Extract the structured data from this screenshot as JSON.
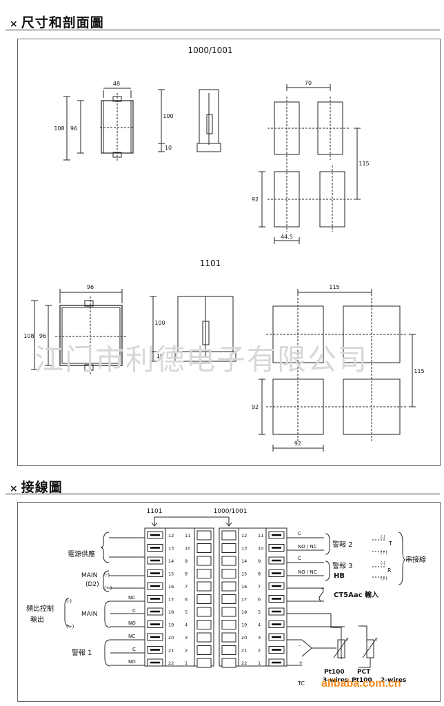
{
  "sections": {
    "dimensions_title": "尺寸和剖面圖",
    "wiring_title": "接線圖"
  },
  "dimensions": {
    "model_top": "1000/1001",
    "model_bottom": "1101",
    "top_labels": {
      "w48": "48",
      "h108": "108",
      "h96": "96",
      "d100": "100",
      "d10": "10",
      "w70": "70",
      "h115": "115",
      "h92": "92",
      "w44_5": "44.5"
    },
    "bottom_labels": {
      "w96": "96",
      "h108": "108",
      "h96": "96",
      "d100": "100",
      "d10": "10",
      "w115": "115",
      "h115": "115",
      "h92": "92",
      "w92": "92"
    }
  },
  "watermark": "江门市利德电子有限公司",
  "wiring": {
    "header_1101": "1101",
    "header_1000": "1000/1001",
    "left_terms": [
      "12",
      "13",
      "14",
      "15",
      "16",
      "17",
      "18",
      "19",
      "20",
      "21",
      "22"
    ],
    "left_nums": [
      "11",
      "10",
      "9",
      "8",
      "7",
      "6",
      "5",
      "4",
      "3",
      "2",
      "1"
    ],
    "right_terms": [
      "12",
      "13",
      "14",
      "15",
      "16",
      "17",
      "18",
      "19",
      "20",
      "21",
      "22"
    ],
    "right_nums": [
      "11",
      "10",
      "9",
      "8",
      "7",
      "6",
      "5",
      "4",
      "3",
      "2",
      "1"
    ],
    "labels_left": {
      "power": "電源供應",
      "main_d2": "MAIN",
      "d2": "(D2)",
      "neg": "(-)",
      "pos": "(+)",
      "prop_ctrl": "頻比控制",
      "output": "輸出",
      "main": "MAIN",
      "main_neg": "(-)",
      "main_pos": "(+)",
      "nc1": "NC",
      "c1": "C",
      "no1": "NO",
      "nc2": "NC",
      "c2": "C",
      "no2": "NO",
      "alarm1": "警報 1"
    },
    "labels_right": {
      "c": "C",
      "no_nc1": "NO / NC",
      "alarm2": "警報 2",
      "alarm3": "警報 3",
      "hb": "HB",
      "c2": "C",
      "no_nc2": "NO / NC",
      "tx_neg": "(-)",
      "tx": "T",
      "tx_pos": "(+)",
      "rx_neg": "(-)",
      "rx": "R",
      "rx_pos": "(+)",
      "serial": "串接線",
      "ct": "CT5Aac 輸入",
      "tc": "TC",
      "pt100_3": "Pt100",
      "three_wires": "3-wires",
      "pct": "PCT",
      "pt100_2": "Pt100",
      "two_wires": "2-wires",
      "t_mark1": "T",
      "t_mark2": "T",
      "minus": "-",
      "plus": "+"
    }
  },
  "footer": "alibaba.com.cn"
}
